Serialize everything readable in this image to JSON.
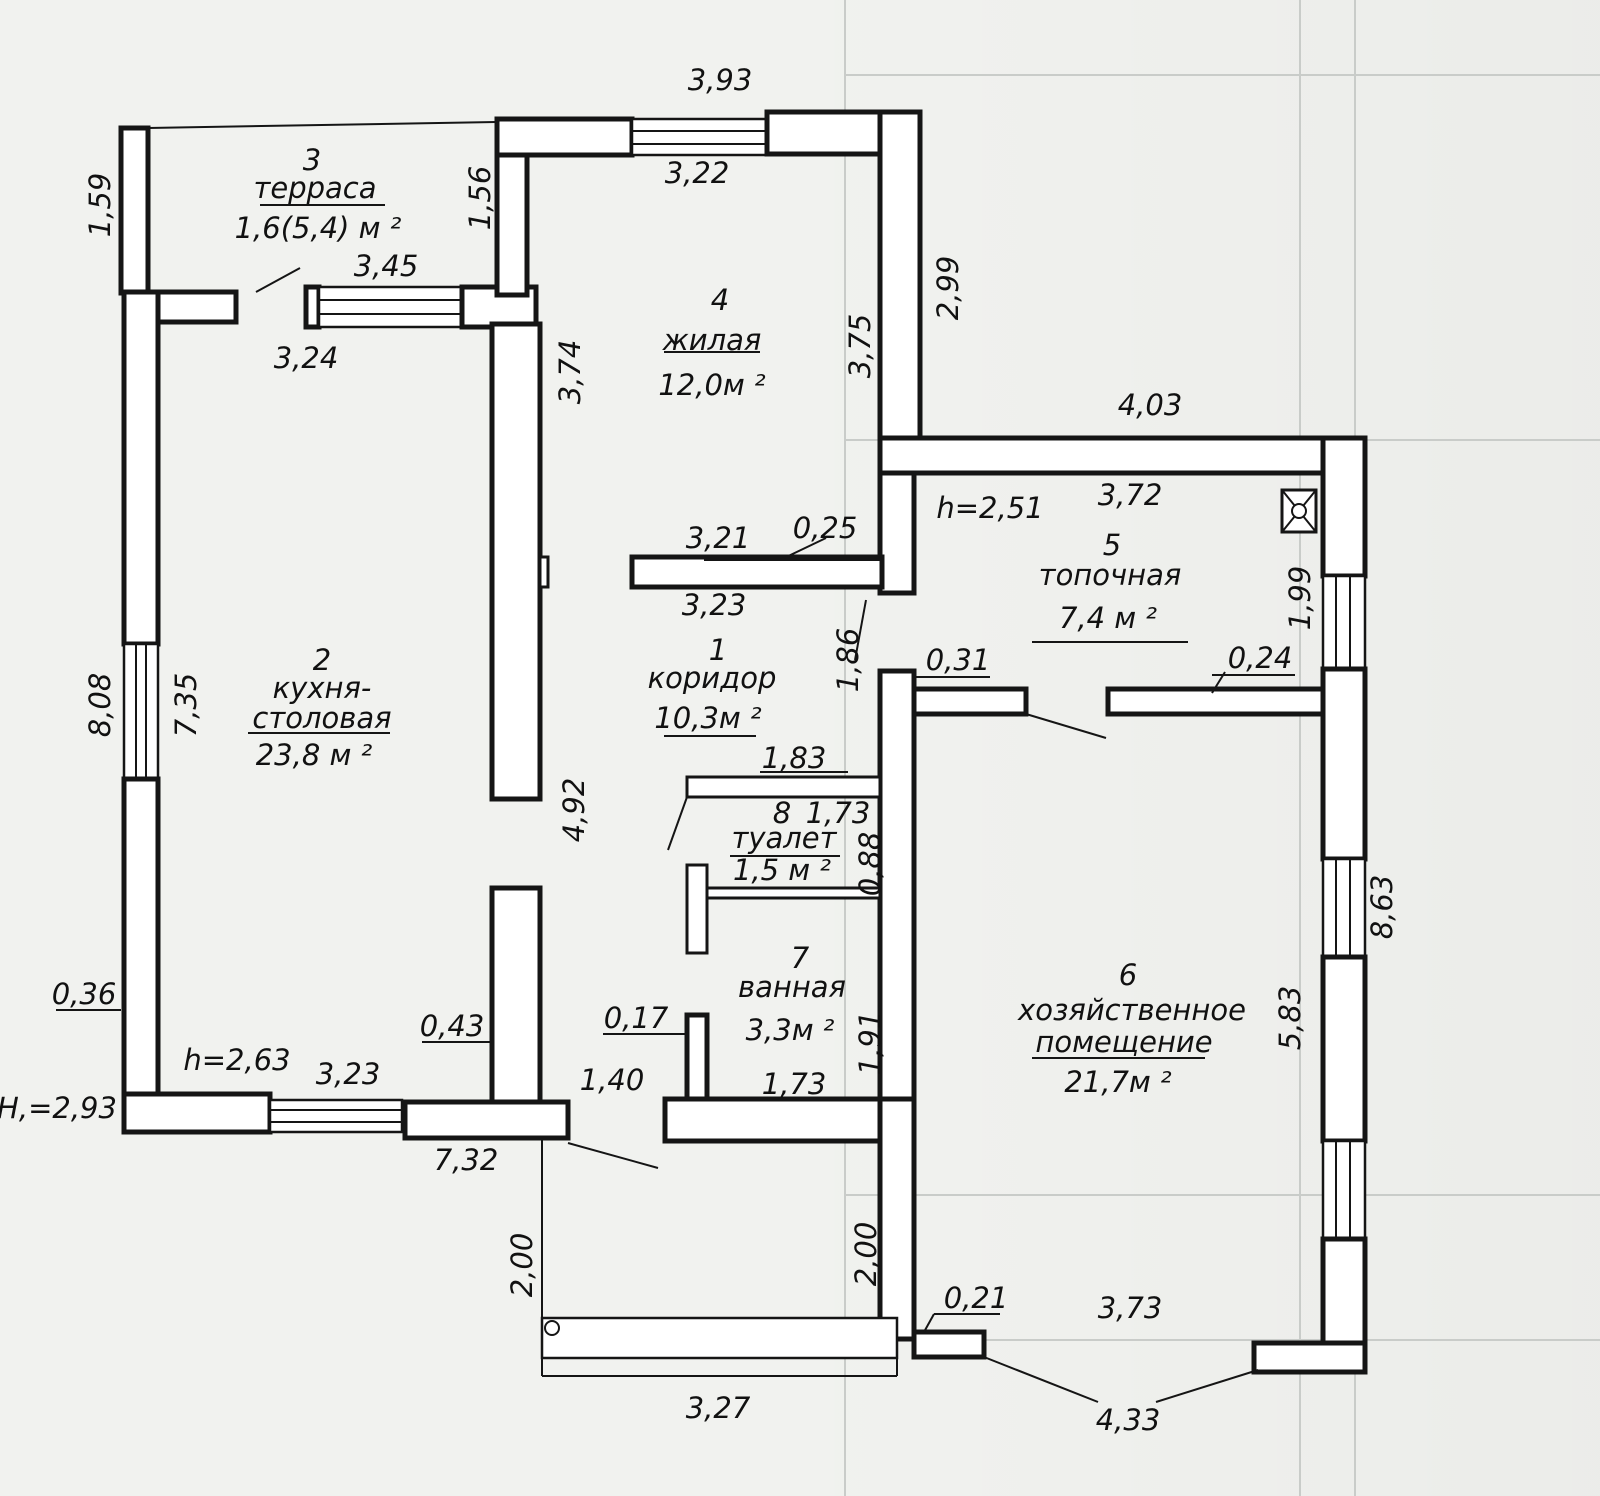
{
  "rooms": {
    "corridor": {
      "num": "1",
      "name": "коридор",
      "area": "10,3м ²"
    },
    "kitchen": {
      "num": "2",
      "name1": "кухня-",
      "name2": "столовая",
      "area": "23,8 м ²"
    },
    "terrace": {
      "num": "3",
      "name": "терраса",
      "area": "1,6(5,4) м ²"
    },
    "living": {
      "num": "4",
      "name": "жилая",
      "area": "12,0м ²"
    },
    "boiler": {
      "num": "5",
      "name": "топочная",
      "area": "7,4 м ²"
    },
    "utility": {
      "num": "6",
      "name1": "хозяйственное",
      "name2": "помещение",
      "area": "21,7м ²"
    },
    "bath": {
      "num": "7",
      "name": "ванная",
      "area": "3,3м ²"
    },
    "toilet": {
      "num": "8",
      "name": "туалет",
      "area": "1,5 м ²"
    }
  },
  "dims": {
    "d393": "3,93",
    "d322": "3,22",
    "d299": "2,99",
    "d375": "3,75",
    "d403": "4,03",
    "d372": "3,72",
    "h251": "h=2,51",
    "d199": "1,99",
    "d024": "0,24",
    "d031": "0,31",
    "d186": "1,86",
    "d321": "3,21",
    "d025": "0,25",
    "d323a": "3,23",
    "d374": "3,74",
    "d159": "1,59",
    "d156": "1,56",
    "d345": "3,45",
    "d324": "3,24",
    "d808": "8,08",
    "d735": "7,35",
    "d036": "0,36",
    "d043": "0,43",
    "h263": "h=2,63",
    "d323b": "3,23",
    "h293": "H,=2,93",
    "d732": "7,32",
    "d492": "4,92",
    "d183": "1,83",
    "d173a": "1,73",
    "d088": "0,88",
    "d017": "0,17",
    "d140": "1,40",
    "d191": "1,91",
    "d173b": "1,73",
    "d200a": "2,00",
    "d200b": "2,00",
    "d021": "0,21",
    "d373": "3,73",
    "d327": "3,27",
    "d433": "4,33",
    "d863": "8,63",
    "d583": "5,83"
  }
}
